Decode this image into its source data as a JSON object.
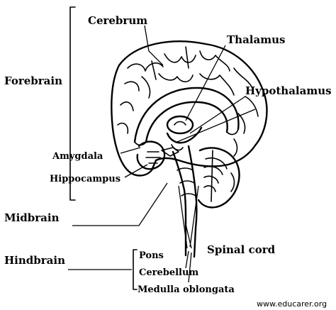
{
  "labels": {
    "cerebrum": "Cerebrum",
    "thalamus": "Thalamus",
    "hypothalamus": "Hypothalamus",
    "forebrain": "Forebrain",
    "amygdala": "Amygdala",
    "hippocampus": "Hippocampus",
    "midbrain": "Midbrain",
    "hindbrain": "Hindbrain",
    "spinal_cord": "Spinal cord",
    "pons": "Pons",
    "cerebellum": "Cerebellum",
    "medulla_oblongata": "Medulla oblongata"
  },
  "watermark": "www.educarer.org"
}
